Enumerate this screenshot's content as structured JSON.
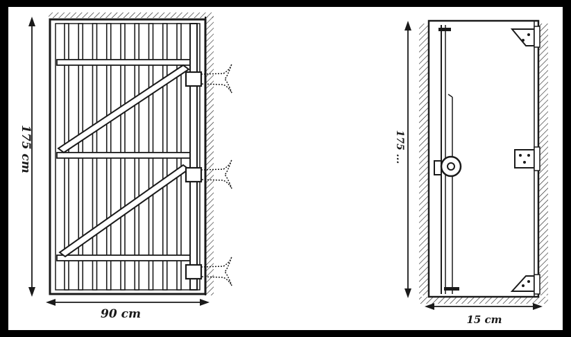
{
  "colors": {
    "frame": "#000000",
    "paper": "#ffffff",
    "ink": "#1a1a1a"
  },
  "gate_drawing": {
    "height_label": "175 cm",
    "width_label": "90 cm",
    "bar_count": 9,
    "rail_count": 3,
    "hinge_count": 3
  },
  "side_drawing": {
    "height_label": "175 ...",
    "width_label": "15 cm"
  }
}
